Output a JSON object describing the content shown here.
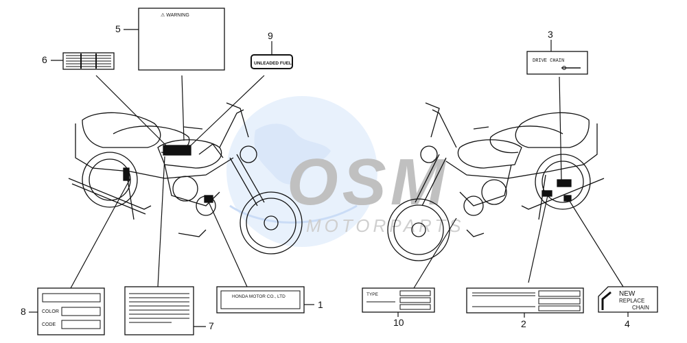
{
  "watermark": {
    "brand": "OSM",
    "subtitle": "MOTORPARTS",
    "accent_color": "#3d7fd6",
    "text_color": "#9a9a9a"
  },
  "callouts": {
    "c1": "1",
    "c2": "2",
    "c3": "3",
    "c4": "4",
    "c5": "5",
    "c6": "6",
    "c7": "7",
    "c8": "8",
    "c9": "9",
    "c10": "10"
  },
  "labels": {
    "warning": "⚠ WARNING",
    "unleaded": "UNLEADED FUEL",
    "drive_chain": "DRIVE CHAIN",
    "color": "COLOR",
    "code": "CODE",
    "honda": "HONDA MOTOR CO., LTD",
    "type": "TYPE",
    "new": "NEW",
    "replace": "REPLACE",
    "chain": "CHAIN"
  }
}
